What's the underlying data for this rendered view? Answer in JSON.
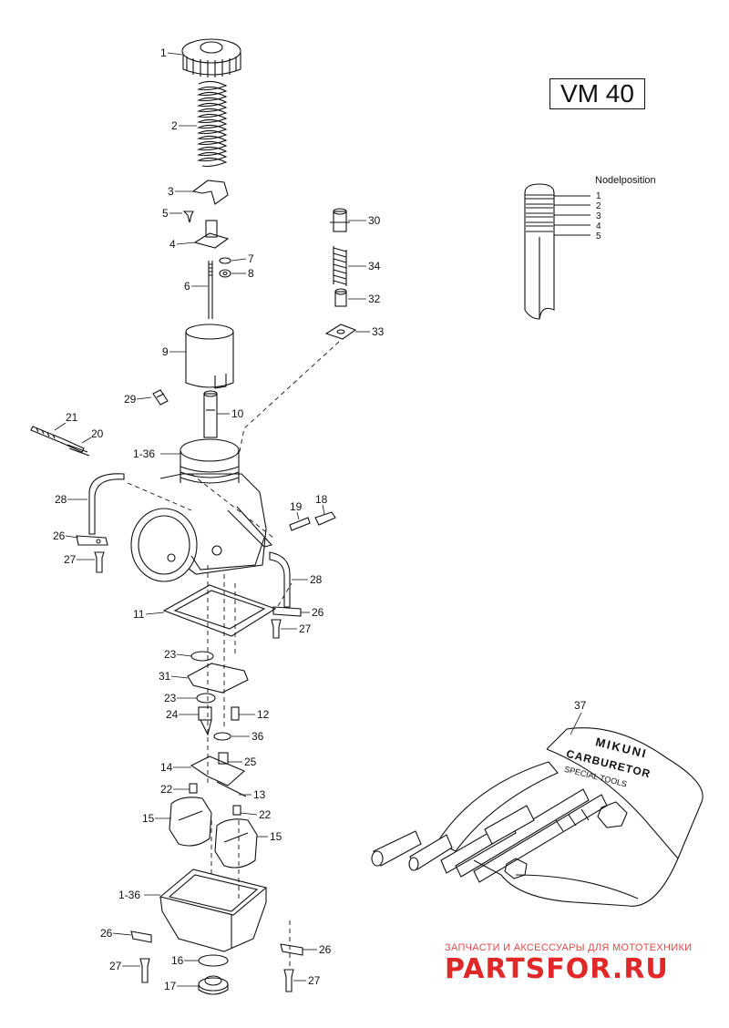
{
  "diagram": {
    "model": "VM 40",
    "needle_position_title": "Nodelposition",
    "needle_positions": [
      "1",
      "2",
      "3",
      "4",
      "5"
    ],
    "part_labels": [
      {
        "id": "p1",
        "text": "1"
      },
      {
        "id": "p2",
        "text": "2"
      },
      {
        "id": "p3",
        "text": "3"
      },
      {
        "id": "p5",
        "text": "5"
      },
      {
        "id": "p4",
        "text": "4"
      },
      {
        "id": "p7",
        "text": "7"
      },
      {
        "id": "p8",
        "text": "8"
      },
      {
        "id": "p6",
        "text": "6"
      },
      {
        "id": "p9",
        "text": "9"
      },
      {
        "id": "p29",
        "text": "29"
      },
      {
        "id": "p10",
        "text": "10"
      },
      {
        "id": "p21",
        "text": "21"
      },
      {
        "id": "p20",
        "text": "20"
      },
      {
        "id": "p136a",
        "text": "1-36"
      },
      {
        "id": "p28a",
        "text": "28"
      },
      {
        "id": "p19",
        "text": "19"
      },
      {
        "id": "p18",
        "text": "18"
      },
      {
        "id": "p26a",
        "text": "26"
      },
      {
        "id": "p27a",
        "text": "27"
      },
      {
        "id": "p28b",
        "text": "28"
      },
      {
        "id": "p11",
        "text": "11"
      },
      {
        "id": "p26b",
        "text": "26"
      },
      {
        "id": "p27b",
        "text": "27"
      },
      {
        "id": "p23a",
        "text": "23"
      },
      {
        "id": "p31",
        "text": "31"
      },
      {
        "id": "p23b",
        "text": "23"
      },
      {
        "id": "p12",
        "text": "12"
      },
      {
        "id": "p24",
        "text": "24"
      },
      {
        "id": "p36",
        "text": "36"
      },
      {
        "id": "p14",
        "text": "14"
      },
      {
        "id": "p25",
        "text": "25"
      },
      {
        "id": "p22a",
        "text": "22"
      },
      {
        "id": "p13",
        "text": "13"
      },
      {
        "id": "p22b",
        "text": "22"
      },
      {
        "id": "p15a",
        "text": "15"
      },
      {
        "id": "p15b",
        "text": "15"
      },
      {
        "id": "p136b",
        "text": "1-36"
      },
      {
        "id": "p26c",
        "text": "26"
      },
      {
        "id": "p26d",
        "text": "26"
      },
      {
        "id": "p16",
        "text": "16"
      },
      {
        "id": "p27c",
        "text": "27"
      },
      {
        "id": "p17",
        "text": "17"
      },
      {
        "id": "p27d",
        "text": "27"
      },
      {
        "id": "p30",
        "text": "30"
      },
      {
        "id": "p34",
        "text": "34"
      },
      {
        "id": "p32",
        "text": "32"
      },
      {
        "id": "p33",
        "text": "33"
      },
      {
        "id": "p37",
        "text": "37"
      }
    ],
    "tool_kit_lettering": [
      "MIKUNI",
      "CARBURETOR",
      "SPECIAL TOOLS"
    ]
  },
  "watermark": {
    "caption": "ЗАПЧАСТИ И АКСЕССУАРЫ ДЛЯ МОТОТЕХНИКИ",
    "logo": "PARTSFOR.RU",
    "color": "#e02828"
  }
}
